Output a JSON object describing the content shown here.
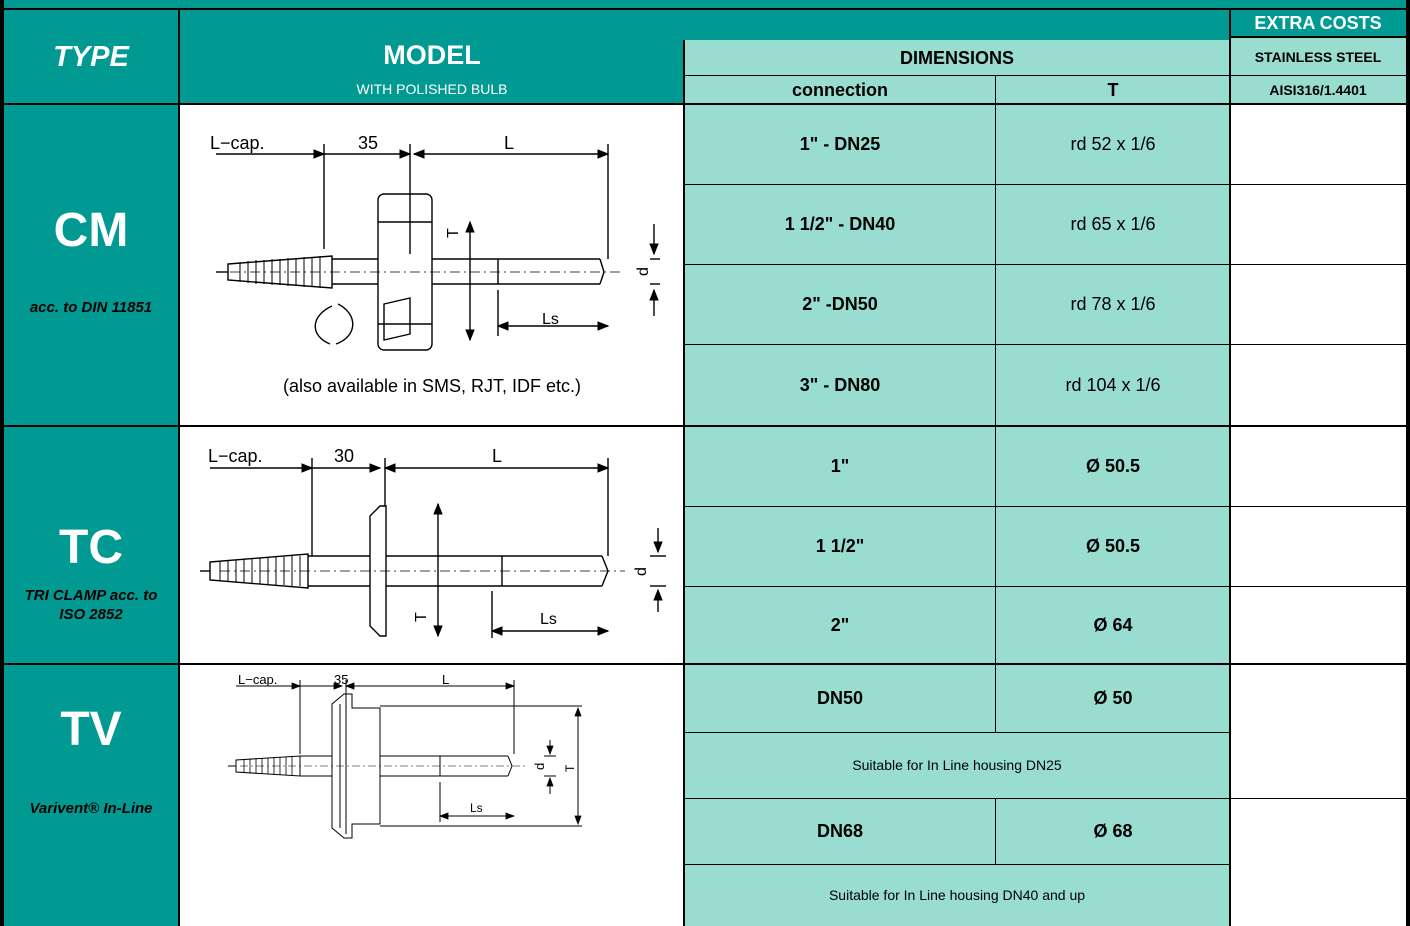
{
  "header": {
    "type_label": "TYPE",
    "model_label": "MODEL",
    "model_sub": "WITH POLISHED BULB",
    "extra_costs": "EXTRA COSTS",
    "dimensions": "DIMENSIONS",
    "connection": "connection",
    "t_label": "T",
    "stainless": "STAINLESS STEEL",
    "aisi": "AISI316/1.4401"
  },
  "sections": [
    {
      "code": "CM",
      "desc": "acc. to DIN 11851",
      "note": "(also available in SMS, RJT, IDF etc.)",
      "drawing": {
        "lcap": "L−cap.",
        "dim": "35",
        "l": "L",
        "t": "T",
        "d": "d",
        "ls": "Ls"
      },
      "rows": [
        {
          "connection": "1\" - DN25",
          "t": "rd 52 x 1/6"
        },
        {
          "connection": "1 1/2\" - DN40",
          "t": "rd 65 x 1/6"
        },
        {
          "connection": "2\" -DN50",
          "t": "rd 78 x 1/6"
        },
        {
          "connection": "3\" - DN80",
          "t": "rd 104 x 1/6"
        }
      ]
    },
    {
      "code": "TC",
      "desc": "TRI CLAMP acc. to ISO 2852",
      "drawing": {
        "lcap": "L−cap.",
        "dim": "30",
        "l": "L",
        "t": "T",
        "d": "d",
        "ls": "Ls"
      },
      "rows": [
        {
          "connection": "1\"",
          "t": "Ø 50.5"
        },
        {
          "connection": "1 1/2\"",
          "t": "Ø 50.5"
        },
        {
          "connection": "2\"",
          "t": "Ø 64"
        }
      ]
    },
    {
      "code": "TV",
      "desc": "Varivent® In-Line",
      "drawing": {
        "lcap": "L−cap.",
        "dim": "35",
        "l": "L",
        "t": "T",
        "d": "d",
        "ls": "Ls"
      },
      "rows": [
        {
          "connection": "DN50",
          "t": "Ø 50"
        },
        {
          "connection": "DN68",
          "t": "Ø 68"
        }
      ],
      "notes": [
        "Suitable for In Line housing DN25",
        "Suitable for In Line housing DN40 and up"
      ]
    }
  ]
}
